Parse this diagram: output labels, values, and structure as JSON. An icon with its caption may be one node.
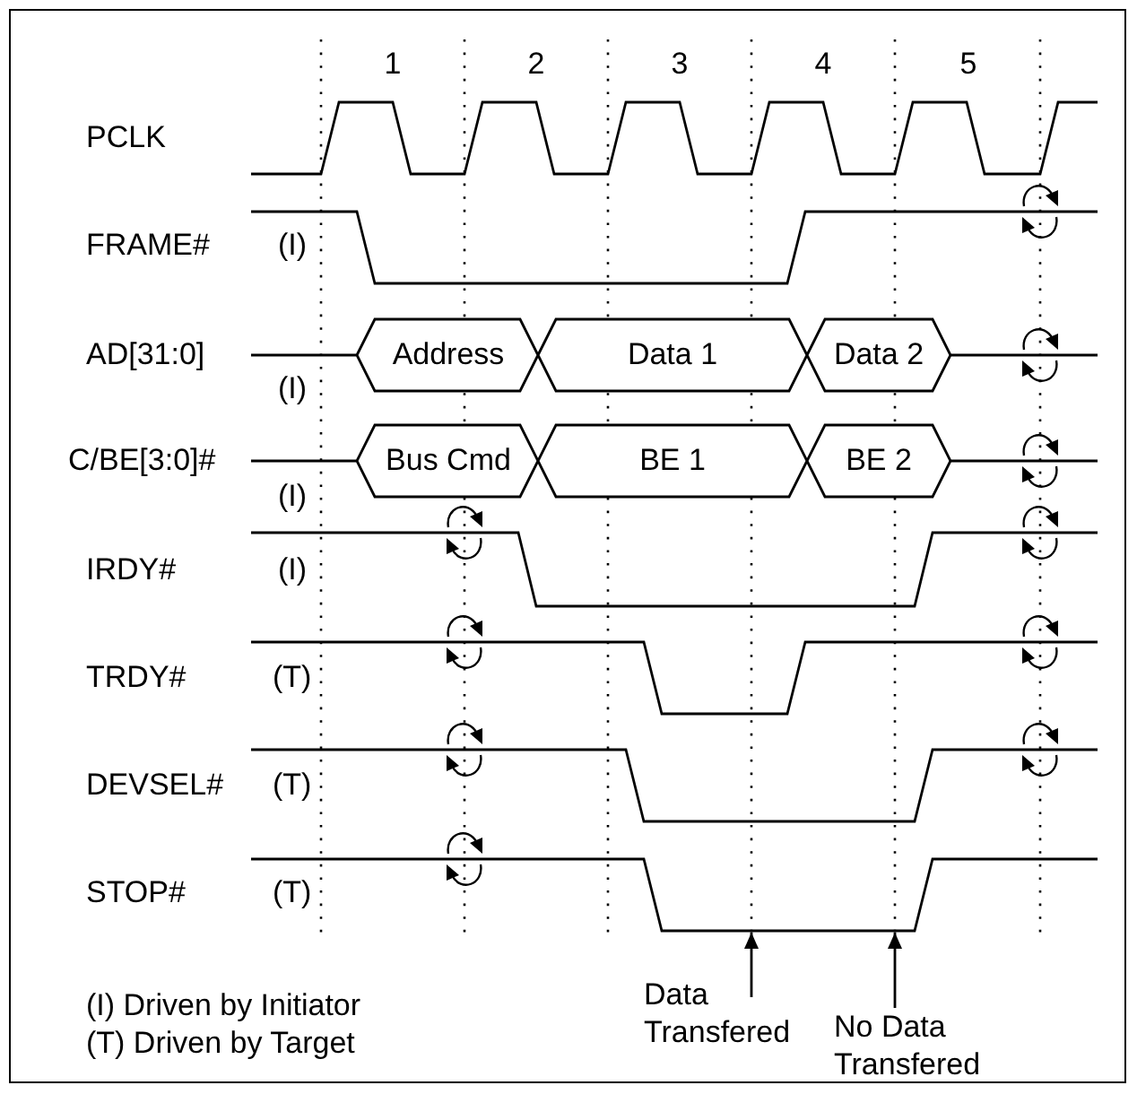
{
  "diagram": {
    "nodes": [
      {
        "text": [],
        "shape": "picture"
      },
      {
        "text": [
          "Data Transfered"
        ]
      },
      {
        "text": [
          "No Data Transfered"
        ]
      }
    ],
    "edges": [
      {
        "from": 1,
        "to": 0,
        "arrow": "to"
      },
      {
        "from": 2,
        "to": 0,
        "arrow": "to"
      }
    ],
    "labels": [
      "1",
      "2",
      "3",
      "4",
      "5",
      "PCLK",
      "FRAME#",
      "(I)",
      "AD[31:0]",
      "Address",
      "Data 1",
      "Data 2",
      "(I)",
      "C/BE[3:0]#",
      "Bus Cmd",
      "BE 1",
      "BE 2",
      "(I)",
      "IRDY#",
      "(I)",
      "TRDY#",
      "(T)",
      "DEVSEL#",
      "(T)",
      "STOP#",
      "(T)",
      "(I) Driven by Initiator",
      "(T) Driven by Target"
    ]
  }
}
